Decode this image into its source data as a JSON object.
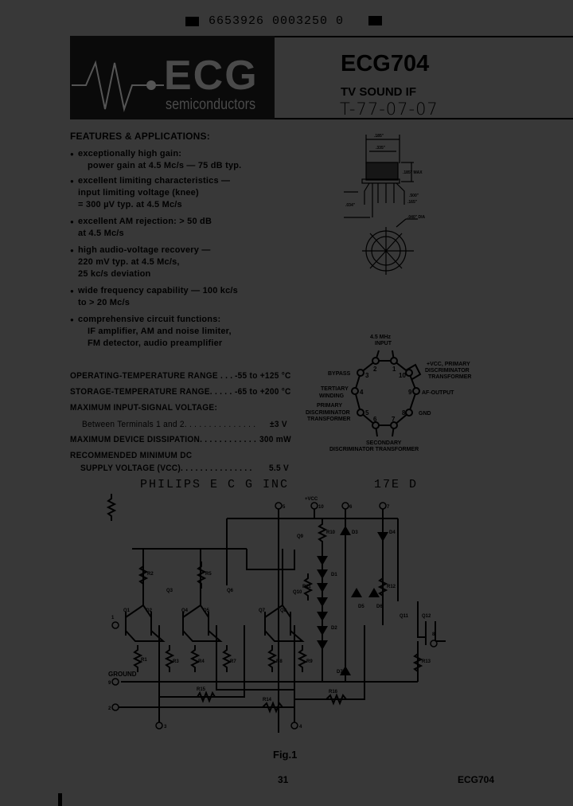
{
  "header": {
    "code_line": "6653926 0003250 0",
    "logo_text": "ECG",
    "logo_sub": "semiconductors",
    "part_number": "ECG704",
    "subtitle": "TV SOUND IF",
    "handwritten_code": "T-77-07-07"
  },
  "features": {
    "heading": "FEATURES & APPLICATIONS:",
    "items": [
      {
        "lines": [
          "exceptionally high gain:",
          "power gain at 4.5 Mc/s — 75 dB typ."
        ]
      },
      {
        "lines": [
          "excellent limiting characteristics —",
          "input limiting voltage (knee)",
          "= 300 µV typ. at 4.5 Mc/s"
        ]
      },
      {
        "lines": [
          "excellent AM rejection:  > 50 dB",
          "at 4.5 Mc/s"
        ]
      },
      {
        "lines": [
          "high audio-voltage recovery —",
          "220 mV typ. at 4.5 Mc/s,",
          "25 kc/s deviation"
        ]
      },
      {
        "lines": [
          "wide frequency capability — 100 kc/s",
          "to  > 20 Mc/s"
        ]
      },
      {
        "lines": [
          "comprehensive circuit functions:",
          "IF amplifier, AM and noise limiter,",
          "FM detector, audio preamplifier"
        ]
      }
    ]
  },
  "ratings": {
    "operating_temp": {
      "label": "OPERATING-TEMPERATURE RANGE . . .",
      "value": "-55 to +125 °C"
    },
    "storage_temp": {
      "label": "STORAGE-TEMPERATURE RANGE. . . . .",
      "value": "-65 to +200 °C"
    },
    "max_input_heading": "MAXIMUM INPUT-SIGNAL VOLTAGE:",
    "between_terminals": {
      "label": "Between Terminals 1 and 2. . . . . . . . . . . . . . .",
      "value": "±3 V"
    },
    "max_dissipation": {
      "label": "MAXIMUM DEVICE DISSIPATION. . . . . . . . . . . .",
      "value": "300 mW"
    },
    "rec_min_heading": "RECOMMENDED MINIMUM DC",
    "supply_voltage": {
      "label": "SUPPLY VOLTAGE (VCC). . . . . . . . . . . . . . .",
      "value": "5.5 V"
    }
  },
  "stamp": {
    "company": "PHILIPS E C G INC",
    "code": "17E D"
  },
  "pinout": {
    "input": [
      "4.5 MHz",
      "INPUT"
    ],
    "vcc": [
      "+VCC, PRIMARY",
      "DISCRIMINATOR",
      "TRANSFORMER"
    ],
    "bypass": "BYPASS",
    "tertiary": [
      "TERTIARY",
      "WINDING"
    ],
    "af_output": "AF-OUTPUT",
    "primary": [
      "PRIMARY",
      "DISCRIMINATOR",
      "TRANSFORMER"
    ],
    "gnd": "GND",
    "secondary": [
      "SECONDARY",
      "DISCRIMINATOR  TRANSFORMER"
    ],
    "pins": [
      "1",
      "2",
      "3",
      "4",
      "5",
      "6",
      "7",
      "8",
      "9",
      "10"
    ]
  },
  "schematic": {
    "vcc_label": "+VCC",
    "ground_label": "GROUND",
    "terminals": [
      "1",
      "2",
      "3",
      "4",
      "5",
      "6",
      "7",
      "8",
      "9",
      "10"
    ],
    "transistors": [
      "Q1",
      "Q2",
      "Q3",
      "Q4",
      "Q5",
      "Q6",
      "Q7",
      "Q8",
      "Q9",
      "Q10",
      "Q11",
      "Q12"
    ],
    "resistors": [
      "R1",
      "R2",
      "R3",
      "R4",
      "R5",
      "R7",
      "R8",
      "R9",
      "R10",
      "R11",
      "R12",
      "R13",
      "R14",
      "R15",
      "R16"
    ],
    "diodes": [
      "D1",
      "D2",
      "D3",
      "D4",
      "D5",
      "D6",
      "D7"
    ],
    "caption": "Fig.1"
  },
  "footer": {
    "page": "31",
    "part": "ECG704"
  }
}
